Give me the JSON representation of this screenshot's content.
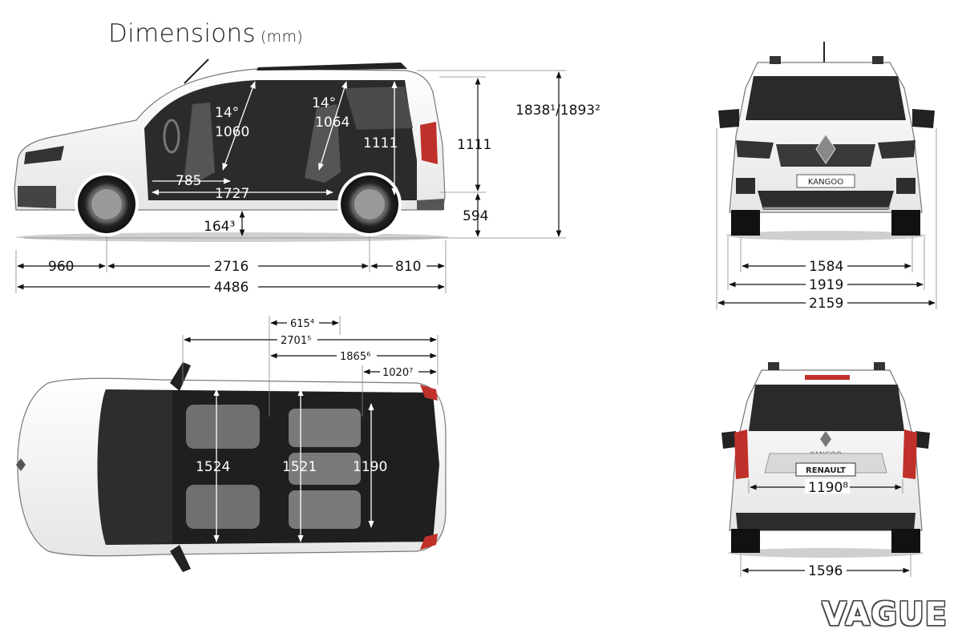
{
  "title": {
    "main": "Dimensions",
    "unit": "(mm)"
  },
  "brand": "VAGUE",
  "side_view": {
    "seat_angle_front": "14°",
    "headroom_front": "1060",
    "seat_angle_rear": "14°",
    "headroom_rear": "1064",
    "interior_height": "1111",
    "cabin_length_front": "785",
    "cabin_length_total": "1727",
    "ground_clearance": "164³",
    "rear_opening_height": "1111",
    "sill_height": "594",
    "total_height": "1838¹/1893²",
    "front_overhang": "960",
    "wheelbase": "2716",
    "rear_overhang": "810",
    "total_length": "4486"
  },
  "front_view": {
    "grille_label": "KANGOO",
    "front_track": "1584",
    "width": "1919",
    "width_with_mirrors": "2159"
  },
  "top_view": {
    "dim_615": "615⁴",
    "dim_2701": "2701⁵",
    "dim_1865": "1865⁶",
    "dim_1020": "1020⁷",
    "width_front": "1524",
    "width_rear": "1521",
    "width_between_arches": "1190"
  },
  "rear_view": {
    "top_label": "KANGOO",
    "plate_label": "RENAULT",
    "door_opening_width": "1190⁸",
    "rear_track": "1596"
  }
}
